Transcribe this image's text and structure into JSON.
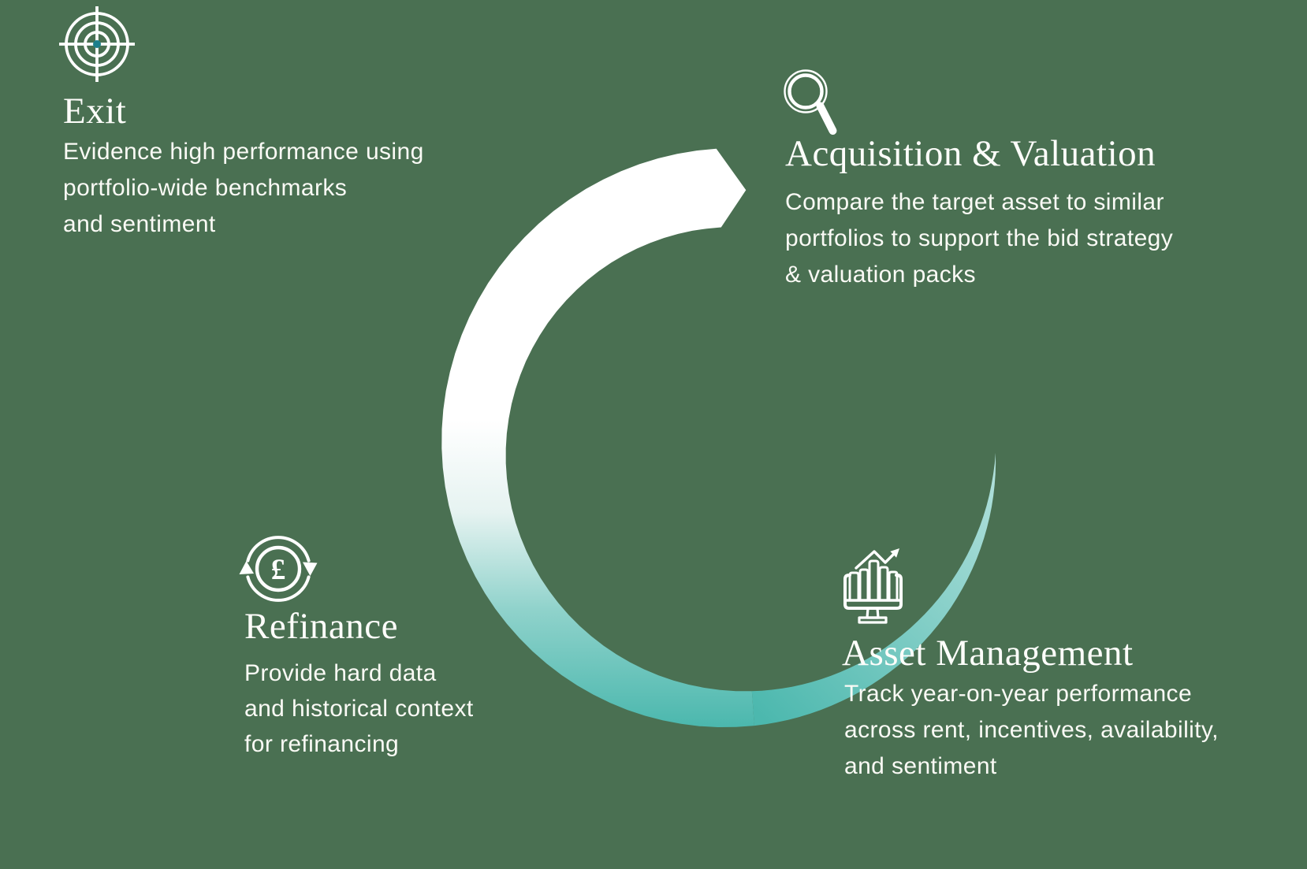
{
  "page": {
    "background_color": "#4a7052"
  },
  "swoosh": {
    "white": "#ffffff",
    "pale": "#e6f3f1",
    "mid": "#8fd2cb",
    "teal": "#4cb8ae",
    "light_tip": "#b5e2dd"
  },
  "icon_colors": {
    "stroke": "#ffffff",
    "target_dot": "#1c7f8b"
  },
  "sections": {
    "exit": {
      "title": "Exit",
      "body": [
        "Evidence high performance using",
        "portfolio-wide benchmarks",
        "and sentiment"
      ]
    },
    "acquisition": {
      "title": "Acquisition & Valuation",
      "body": [
        "Compare the target asset to similar",
        "portfolios to support the bid strategy",
        "& valuation packs"
      ]
    },
    "refinance": {
      "title": "Refinance",
      "currency_symbol": "£",
      "body": [
        "Provide hard data",
        "and historical context",
        "for refinancing"
      ]
    },
    "asset_management": {
      "title": "Asset Management",
      "body": [
        "Track year-on-year performance",
        "across rent, incentives, availability,",
        "and sentiment"
      ]
    }
  }
}
